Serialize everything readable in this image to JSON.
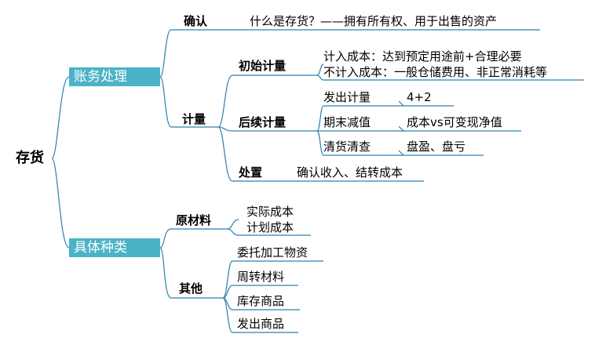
{
  "root": "存货",
  "branch1": {
    "label": "账务处理",
    "confirm": {
      "label": "确认",
      "text": "什么是存货？——拥有所有权、用于出售的资产"
    },
    "measure": {
      "label": "计量",
      "initial": {
        "label": "初始计量",
        "items": [
          "计入成本：达到预定用途前+合理必要",
          "不计入成本：一般仓储费用、非正常消耗等"
        ]
      },
      "subsequent": {
        "label": "后续计量",
        "rows": [
          {
            "name": "发出计量",
            "value": "4+2"
          },
          {
            "name": "期末减值",
            "value": "成本vs可变现净值"
          },
          {
            "name": "清货清查",
            "value": "盘盈、盘亏"
          }
        ]
      },
      "disposal": {
        "label": "处置",
        "text": "确认收入、结转成本"
      }
    }
  },
  "branch2": {
    "label": "具体种类",
    "raw": {
      "label": "原材料",
      "items": [
        "实际成本",
        "计划成本"
      ]
    },
    "other": {
      "label": "其他",
      "items": [
        "委托加工物资",
        "周转材料",
        "库存商品",
        "发出商品"
      ]
    }
  },
  "colors": {
    "accent": "#4bb3c6",
    "line": "#2e7fb0"
  }
}
